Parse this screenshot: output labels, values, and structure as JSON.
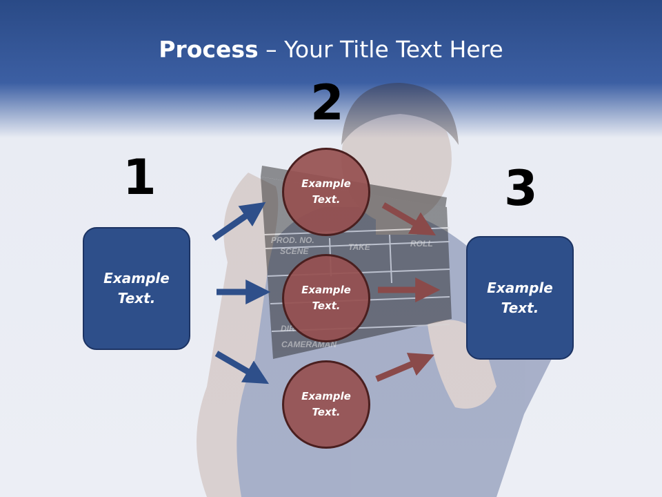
{
  "title": {
    "bold": "Process",
    "rest": " – Your Title Text Here"
  },
  "numbers": [
    "1",
    "2",
    "3"
  ],
  "left_box": {
    "text": "Example\nText."
  },
  "right_box": {
    "text": "Example\nText."
  },
  "circles": [
    {
      "text": "Example\nText."
    },
    {
      "text": "Example\nText."
    },
    {
      "text": "Example\nText."
    }
  ],
  "clapperboard": {
    "labels": [
      "PROD. NO.",
      "SCENE",
      "TAKE",
      "ROLL",
      "DIR",
      "CAMERAMAN"
    ]
  },
  "colors": {
    "header": "#2e4f8a",
    "box_fill": "#2e4f8a",
    "circle_fill": "#965050",
    "arrow_blue": "#2e4f8a",
    "arrow_red": "#8a4a4a"
  }
}
